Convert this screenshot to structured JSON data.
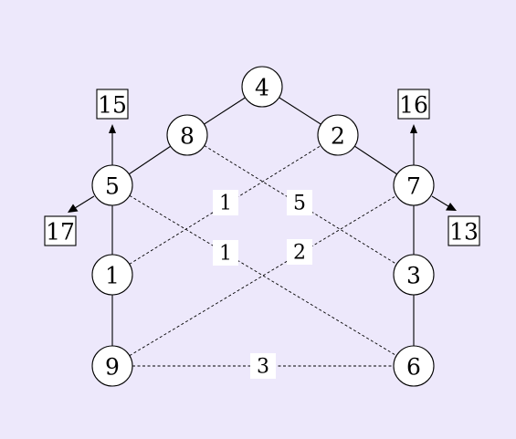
{
  "nodes": {
    "n4": "4",
    "n8": "8",
    "n2": "2",
    "n5": "5",
    "n7": "7",
    "n1": "1",
    "n3": "3",
    "n9": "9",
    "n6": "6"
  },
  "edge_labels": {
    "e1_2": "1",
    "e8_3": "5",
    "e5_6": "1",
    "e9_7": "2",
    "e9_6": "3"
  },
  "outputs": {
    "out5_up": "15",
    "out5_left": "17",
    "out7_up": "16",
    "out7_right": "13"
  }
}
